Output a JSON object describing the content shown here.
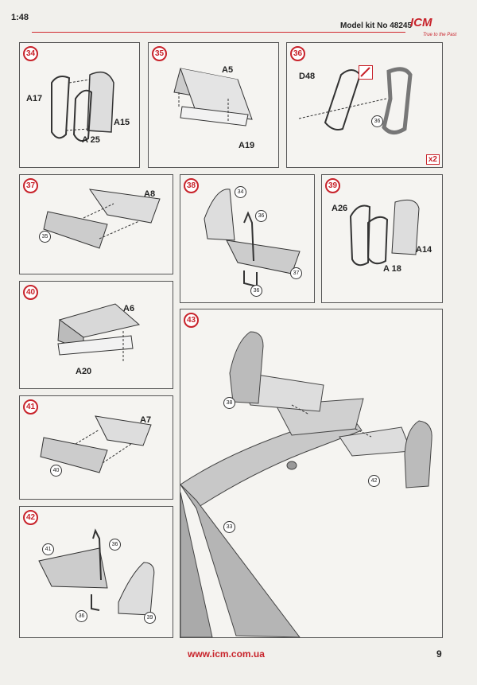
{
  "header": {
    "scale": "1:48",
    "kit_label": "Model kit No 48245",
    "brand": "ICM",
    "tagline": "True to the Past"
  },
  "colors": {
    "accent": "#c8232b"
  },
  "steps": {
    "s34": {
      "num": "34",
      "parts": [
        "A17",
        "A15",
        "A 25"
      ]
    },
    "s35": {
      "num": "35",
      "parts": [
        "A5",
        "A19"
      ]
    },
    "s36": {
      "num": "36",
      "parts": [
        "D48"
      ],
      "refs": [
        "36"
      ],
      "multiplier": "x2",
      "icon": "no-glue-icon"
    },
    "s37": {
      "num": "37",
      "parts": [
        "A8"
      ],
      "refs": [
        "35"
      ]
    },
    "s38": {
      "num": "38",
      "refs": [
        "34",
        "36",
        "37",
        "36"
      ]
    },
    "s39": {
      "num": "39",
      "parts": [
        "A26",
        "A14",
        "A 18"
      ]
    },
    "s40": {
      "num": "40",
      "parts": [
        "A6",
        "A20"
      ]
    },
    "s41": {
      "num": "41",
      "parts": [
        "A7"
      ],
      "refs": [
        "40"
      ]
    },
    "s42": {
      "num": "42",
      "refs": [
        "41",
        "36",
        "36",
        "39"
      ]
    },
    "s43": {
      "num": "43",
      "refs": [
        "38",
        "42",
        "33"
      ]
    }
  },
  "footer": {
    "url": "www.icm.com.ua",
    "page": "9"
  }
}
